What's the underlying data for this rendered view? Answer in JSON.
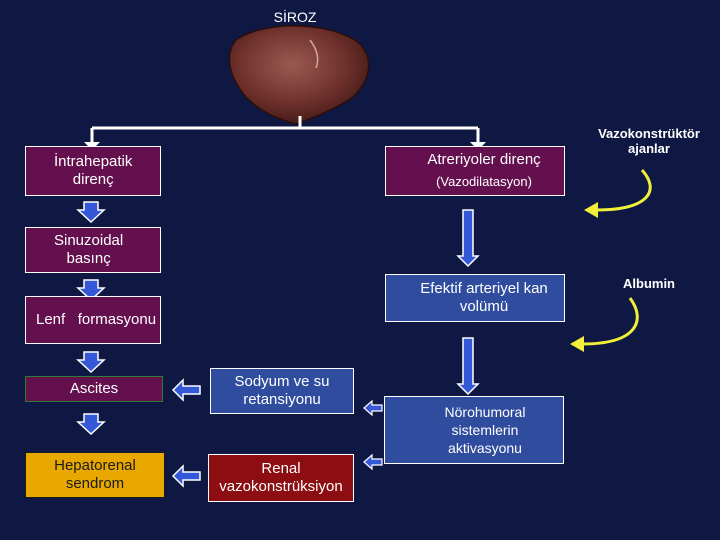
{
  "title": "SİROZ",
  "boxes": {
    "intrahepatik": "İntrahepatik\ndirenç",
    "atreriyoler_title": "Atreriyoler direnç",
    "atreriyoler_sub": "(Vazodilatasyon)",
    "sinuzoidal": "Sinuzoidal\nbasınç",
    "efektif": "Efektif arteriyel kan\nvolümü",
    "lenf": "Lenf   formasyonu",
    "ascites": "Ascites",
    "sodyum": "Sodyum ve su\nretansiyonu",
    "hepatorenal": "Hepatorenal\nsendrom",
    "renal": "Renal\nvazokonstrüksiyon",
    "norohumoral": "Nörohumoral\nsistemlerin\naktivasyonu"
  },
  "side_labels": {
    "vazokonstruktor": "Vazokonstrüktör\najanlar",
    "albumin": "Albumin"
  },
  "colors": {
    "background": "#0f1842",
    "purple": "#64104e",
    "blue": "#2f4c9f",
    "red": "#8c0d12",
    "green": "#2e7d32",
    "yellow": "#e8a800",
    "arrow_yellow": "#f2ef3a",
    "liver": "#7a3b34"
  }
}
